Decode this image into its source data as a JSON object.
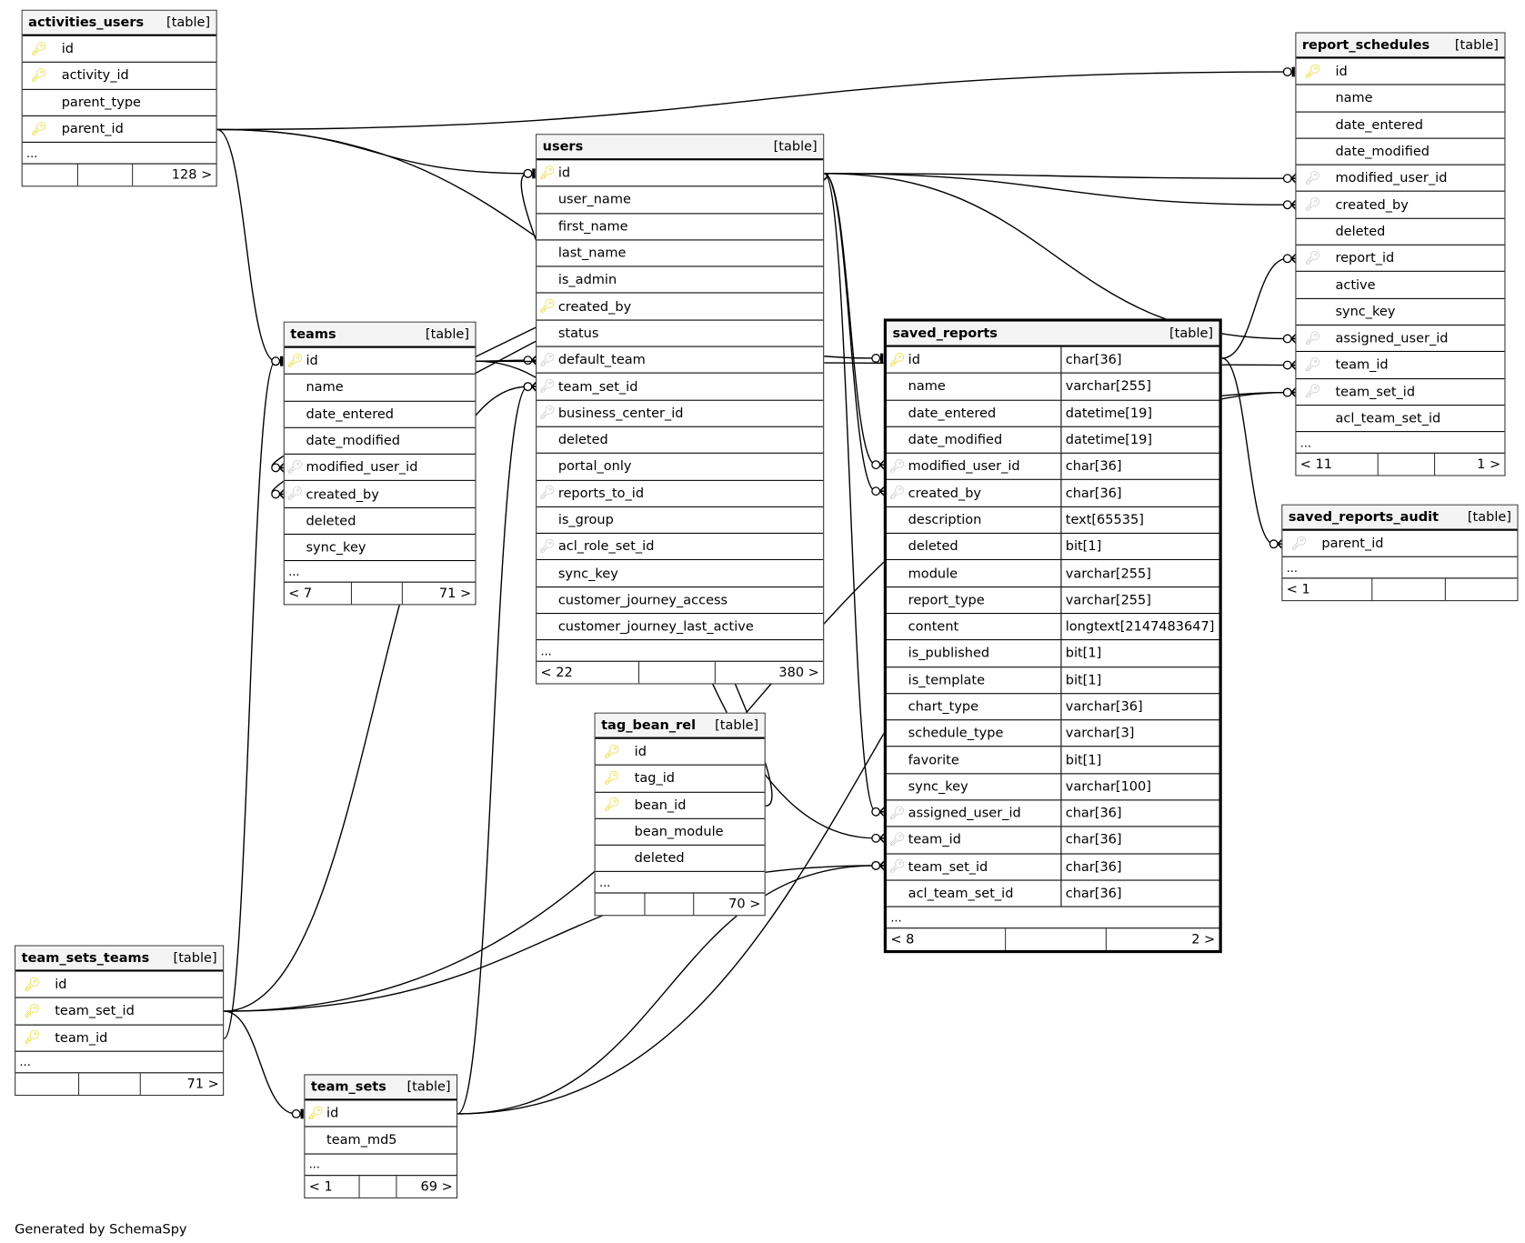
{
  "footer": "Generated by SchemaSpy",
  "table_label": "[table]",
  "more_label": "...",
  "tables": {
    "activities_users": {
      "name": "activities_users",
      "columns": [
        {
          "name": "id",
          "key": "pk"
        },
        {
          "name": "activity_id",
          "key": "pk"
        },
        {
          "name": "parent_type",
          "key": ""
        },
        {
          "name": "parent_id",
          "key": "pk"
        }
      ],
      "footer": [
        "",
        "",
        "128 >"
      ]
    },
    "report_schedules": {
      "name": "report_schedules",
      "columns": [
        {
          "name": "id",
          "key": "pk"
        },
        {
          "name": "name",
          "key": ""
        },
        {
          "name": "date_entered",
          "key": ""
        },
        {
          "name": "date_modified",
          "key": ""
        },
        {
          "name": "modified_user_id",
          "key": "fk"
        },
        {
          "name": "created_by",
          "key": "fk"
        },
        {
          "name": "deleted",
          "key": ""
        },
        {
          "name": "report_id",
          "key": "fk"
        },
        {
          "name": "active",
          "key": ""
        },
        {
          "name": "sync_key",
          "key": ""
        },
        {
          "name": "assigned_user_id",
          "key": "fk"
        },
        {
          "name": "team_id",
          "key": "fk"
        },
        {
          "name": "team_set_id",
          "key": "fk"
        },
        {
          "name": "acl_team_set_id",
          "key": ""
        }
      ],
      "footer": [
        "< 11",
        "",
        "1 >"
      ]
    },
    "users": {
      "name": "users",
      "columns": [
        {
          "name": "id",
          "key": "pk"
        },
        {
          "name": "user_name",
          "key": ""
        },
        {
          "name": "first_name",
          "key": ""
        },
        {
          "name": "last_name",
          "key": ""
        },
        {
          "name": "is_admin",
          "key": ""
        },
        {
          "name": "created_by",
          "key": "pk"
        },
        {
          "name": "status",
          "key": ""
        },
        {
          "name": "default_team",
          "key": "fk"
        },
        {
          "name": "team_set_id",
          "key": "fk"
        },
        {
          "name": "business_center_id",
          "key": "fk"
        },
        {
          "name": "deleted",
          "key": ""
        },
        {
          "name": "portal_only",
          "key": ""
        },
        {
          "name": "reports_to_id",
          "key": "fk"
        },
        {
          "name": "is_group",
          "key": ""
        },
        {
          "name": "acl_role_set_id",
          "key": "fk"
        },
        {
          "name": "sync_key",
          "key": ""
        },
        {
          "name": "customer_journey_access",
          "key": ""
        },
        {
          "name": "customer_journey_last_active",
          "key": ""
        }
      ],
      "footer": [
        "< 22",
        "",
        "380 >"
      ]
    },
    "teams": {
      "name": "teams",
      "columns": [
        {
          "name": "id",
          "key": "pk"
        },
        {
          "name": "name",
          "key": ""
        },
        {
          "name": "date_entered",
          "key": ""
        },
        {
          "name": "date_modified",
          "key": ""
        },
        {
          "name": "modified_user_id",
          "key": "fk"
        },
        {
          "name": "created_by",
          "key": "fk"
        },
        {
          "name": "deleted",
          "key": ""
        },
        {
          "name": "sync_key",
          "key": ""
        }
      ],
      "footer": [
        "< 7",
        "",
        "71 >"
      ]
    },
    "saved_reports": {
      "name": "saved_reports",
      "columns": [
        {
          "name": "id",
          "key": "pk",
          "type": "char[36]"
        },
        {
          "name": "name",
          "key": "",
          "type": "varchar[255]"
        },
        {
          "name": "date_entered",
          "key": "",
          "type": "datetime[19]"
        },
        {
          "name": "date_modified",
          "key": "",
          "type": "datetime[19]"
        },
        {
          "name": "modified_user_id",
          "key": "fk",
          "type": "char[36]"
        },
        {
          "name": "created_by",
          "key": "fk",
          "type": "char[36]"
        },
        {
          "name": "description",
          "key": "",
          "type": "text[65535]"
        },
        {
          "name": "deleted",
          "key": "",
          "type": "bit[1]"
        },
        {
          "name": "module",
          "key": "",
          "type": "varchar[255]"
        },
        {
          "name": "report_type",
          "key": "",
          "type": "varchar[255]"
        },
        {
          "name": "content",
          "key": "",
          "type": "longtext[2147483647]"
        },
        {
          "name": "is_published",
          "key": "",
          "type": "bit[1]"
        },
        {
          "name": "is_template",
          "key": "",
          "type": "bit[1]"
        },
        {
          "name": "chart_type",
          "key": "",
          "type": "varchar[36]"
        },
        {
          "name": "schedule_type",
          "key": "",
          "type": "varchar[3]"
        },
        {
          "name": "favorite",
          "key": "",
          "type": "bit[1]"
        },
        {
          "name": "sync_key",
          "key": "",
          "type": "varchar[100]"
        },
        {
          "name": "assigned_user_id",
          "key": "fk",
          "type": "char[36]"
        },
        {
          "name": "team_id",
          "key": "fk",
          "type": "char[36]"
        },
        {
          "name": "team_set_id",
          "key": "fk",
          "type": "char[36]"
        },
        {
          "name": "acl_team_set_id",
          "key": "",
          "type": "char[36]"
        }
      ],
      "footer": [
        "< 8",
        "",
        "2 >"
      ]
    },
    "saved_reports_audit": {
      "name": "saved_reports_audit",
      "columns": [
        {
          "name": "parent_id",
          "key": "fk"
        }
      ],
      "footer": [
        "< 1",
        "",
        ""
      ]
    },
    "tag_bean_rel": {
      "name": "tag_bean_rel",
      "columns": [
        {
          "name": "id",
          "key": "pk"
        },
        {
          "name": "tag_id",
          "key": "pk"
        },
        {
          "name": "bean_id",
          "key": "pk"
        },
        {
          "name": "bean_module",
          "key": ""
        },
        {
          "name": "deleted",
          "key": ""
        }
      ],
      "footer": [
        "",
        "",
        "70 >"
      ]
    },
    "team_sets_teams": {
      "name": "team_sets_teams",
      "columns": [
        {
          "name": "id",
          "key": "pk"
        },
        {
          "name": "team_set_id",
          "key": "pk"
        },
        {
          "name": "team_id",
          "key": "pk"
        }
      ],
      "footer": [
        "",
        "",
        "71 >"
      ]
    },
    "team_sets": {
      "name": "team_sets",
      "columns": [
        {
          "name": "id",
          "key": "pk"
        },
        {
          "name": "team_md5",
          "key": ""
        }
      ],
      "footer": [
        "< 1",
        "",
        "69 >"
      ]
    }
  },
  "relationships": [
    {
      "from": "activities_users.parent_id",
      "to": "report_schedules.id"
    },
    {
      "from": "activities_users.parent_id",
      "to": "users.id"
    },
    {
      "from": "activities_users.parent_id",
      "to": "teams.id"
    },
    {
      "from": "activities_users.parent_id",
      "to": "saved_reports.id"
    },
    {
      "from": "users.id",
      "to": "report_schedules.modified_user_id"
    },
    {
      "from": "users.id",
      "to": "report_schedules.created_by"
    },
    {
      "from": "users.id",
      "to": "report_schedules.assigned_user_id"
    },
    {
      "from": "users.id",
      "to": "saved_reports.modified_user_id"
    },
    {
      "from": "users.id",
      "to": "saved_reports.created_by"
    },
    {
      "from": "users.id",
      "to": "saved_reports.assigned_user_id"
    },
    {
      "from": "users.id",
      "to": "teams.modified_user_id"
    },
    {
      "from": "users.id",
      "to": "teams.created_by"
    },
    {
      "from": "teams.id",
      "to": "users.default_team"
    },
    {
      "from": "teams.id",
      "to": "report_schedules.team_id"
    },
    {
      "from": "teams.id",
      "to": "saved_reports.team_id"
    },
    {
      "from": "saved_reports.id",
      "to": "report_schedules.report_id"
    },
    {
      "from": "saved_reports.id",
      "to": "saved_reports_audit.parent_id"
    },
    {
      "from": "tag_bean_rel.bean_id",
      "to": "users.id"
    },
    {
      "from": "team_sets_teams.team_set_id",
      "to": "team_sets.id"
    },
    {
      "from": "team_sets_teams.team_set_id",
      "to": "users.team_set_id"
    },
    {
      "from": "team_sets_teams.team_set_id",
      "to": "saved_reports.team_set_id"
    },
    {
      "from": "team_sets_teams.team_set_id",
      "to": "report_schedules.team_set_id"
    },
    {
      "from": "team_sets_teams.team_id",
      "to": "teams.id"
    },
    {
      "from": "team_sets.id",
      "to": "users.team_set_id"
    },
    {
      "from": "team_sets.id",
      "to": "saved_reports.team_set_id"
    },
    {
      "from": "team_sets.id",
      "to": "report_schedules.team_set_id"
    }
  ]
}
